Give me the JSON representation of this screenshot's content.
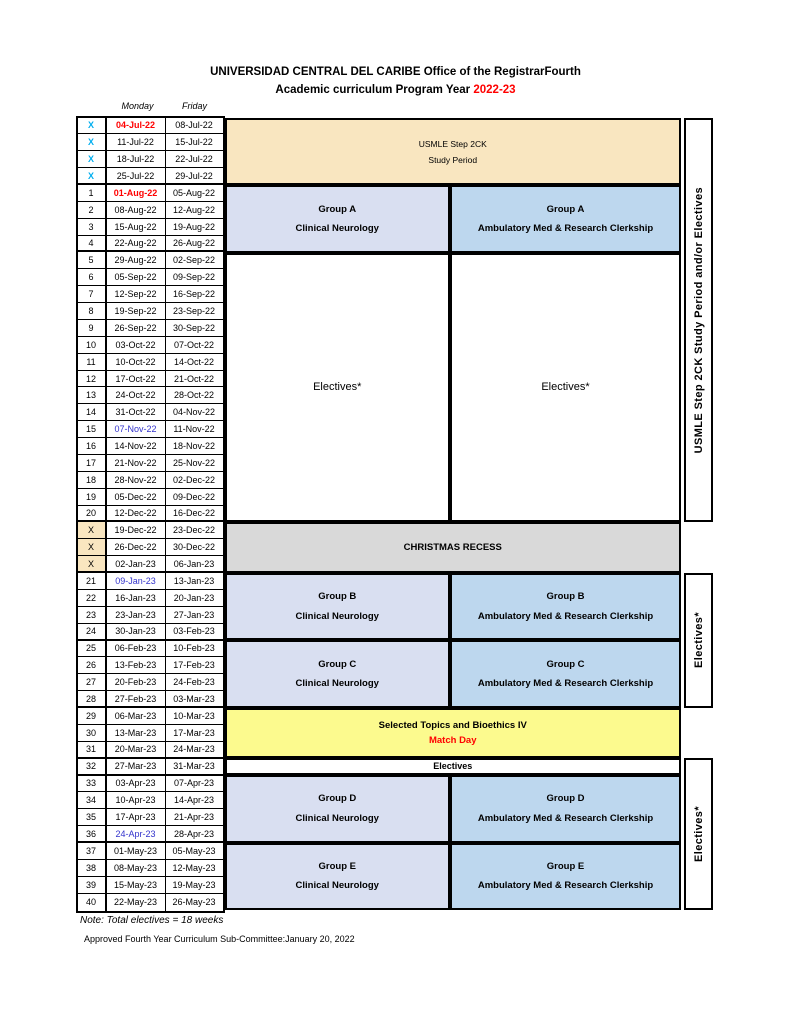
{
  "title": {
    "line1": "UNIVERSIDAD CENTRAL DEL CARIBE Office of the RegistrarFourth",
    "line2": "Academic curriculum  Program Year ",
    "year": "2022-23"
  },
  "col_headers": {
    "monday": "Monday",
    "friday": "Friday"
  },
  "weeks": [
    {
      "n": "X",
      "m": "04-Jul-22",
      "f": "08-Jul-22",
      "nc": "xblue",
      "mc": "dred",
      "end": false
    },
    {
      "n": "X",
      "m": "11-Jul-22",
      "f": "15-Jul-22",
      "nc": "xblue",
      "mc": "",
      "end": false
    },
    {
      "n": "X",
      "m": "18-Jul-22",
      "f": "22-Jul-22",
      "nc": "xblue",
      "mc": "",
      "end": false
    },
    {
      "n": "X",
      "m": "25-Jul-22",
      "f": "29-Jul-22",
      "nc": "xblue",
      "mc": "",
      "end": true
    },
    {
      "n": "1",
      "m": "01-Aug-22",
      "f": "05-Aug-22",
      "nc": "",
      "mc": "dred",
      "end": false
    },
    {
      "n": "2",
      "m": "08-Aug-22",
      "f": "12-Aug-22",
      "nc": "",
      "mc": "",
      "end": false
    },
    {
      "n": "3",
      "m": "15-Aug-22",
      "f": "19-Aug-22",
      "nc": "",
      "mc": "",
      "end": false
    },
    {
      "n": "4",
      "m": "22-Aug-22",
      "f": "26-Aug-22",
      "nc": "",
      "mc": "",
      "end": true
    },
    {
      "n": "5",
      "m": "29-Aug-22",
      "f": "02-Sep-22",
      "nc": "",
      "mc": "",
      "end": false
    },
    {
      "n": "6",
      "m": "05-Sep-22",
      "f": "09-Sep-22",
      "nc": "",
      "mc": "",
      "end": false
    },
    {
      "n": "7",
      "m": "12-Sep-22",
      "f": "16-Sep-22",
      "nc": "",
      "mc": "",
      "end": false
    },
    {
      "n": "8",
      "m": "19-Sep-22",
      "f": "23-Sep-22",
      "nc": "",
      "mc": "",
      "end": false
    },
    {
      "n": "9",
      "m": "26-Sep-22",
      "f": "30-Sep-22",
      "nc": "",
      "mc": "",
      "end": false
    },
    {
      "n": "10",
      "m": "03-Oct-22",
      "f": "07-Oct-22",
      "nc": "",
      "mc": "",
      "end": false
    },
    {
      "n": "11",
      "m": "10-Oct-22",
      "f": "14-Oct-22",
      "nc": "",
      "mc": "",
      "end": false
    },
    {
      "n": "12",
      "m": "17-Oct-22",
      "f": "21-Oct-22",
      "nc": "",
      "mc": "",
      "end": false
    },
    {
      "n": "13",
      "m": "24-Oct-22",
      "f": "28-Oct-22",
      "nc": "",
      "mc": "",
      "end": false
    },
    {
      "n": "14",
      "m": "31-Oct-22",
      "f": "04-Nov-22",
      "nc": "",
      "mc": "",
      "end": false
    },
    {
      "n": "15",
      "m": "07-Nov-22",
      "f": "11-Nov-22",
      "nc": "",
      "mc": "dblue",
      "end": false
    },
    {
      "n": "16",
      "m": "14-Nov-22",
      "f": "18-Nov-22",
      "nc": "",
      "mc": "",
      "end": false
    },
    {
      "n": "17",
      "m": "21-Nov-22",
      "f": "25-Nov-22",
      "nc": "",
      "mc": "",
      "end": false
    },
    {
      "n": "18",
      "m": "28-Nov-22",
      "f": "02-Dec-22",
      "nc": "",
      "mc": "",
      "end": false
    },
    {
      "n": "19",
      "m": "05-Dec-22",
      "f": "09-Dec-22",
      "nc": "",
      "mc": "",
      "end": false
    },
    {
      "n": "20",
      "m": "12-Dec-22",
      "f": "16-Dec-22",
      "nc": "",
      "mc": "",
      "end": true
    },
    {
      "n": "X",
      "m": "19-Dec-22",
      "f": "23-Dec-22",
      "nc": "xtan",
      "mc": "",
      "end": false
    },
    {
      "n": "X",
      "m": "26-Dec-22",
      "f": "30-Dec-22",
      "nc": "xtan",
      "mc": "",
      "end": false
    },
    {
      "n": "X",
      "m": "02-Jan-23",
      "f": "06-Jan-23",
      "nc": "xtan",
      "mc": "",
      "end": true
    },
    {
      "n": "21",
      "m": "09-Jan-23",
      "f": "13-Jan-23",
      "nc": "",
      "mc": "dblue",
      "end": false
    },
    {
      "n": "22",
      "m": "16-Jan-23",
      "f": "20-Jan-23",
      "nc": "",
      "mc": "",
      "end": false
    },
    {
      "n": "23",
      "m": "23-Jan-23",
      "f": "27-Jan-23",
      "nc": "",
      "mc": "",
      "end": false
    },
    {
      "n": "24",
      "m": "30-Jan-23",
      "f": "03-Feb-23",
      "nc": "",
      "mc": "",
      "end": true
    },
    {
      "n": "25",
      "m": "06-Feb-23",
      "f": "10-Feb-23",
      "nc": "",
      "mc": "",
      "end": false
    },
    {
      "n": "26",
      "m": "13-Feb-23",
      "f": "17-Feb-23",
      "nc": "",
      "mc": "",
      "end": false
    },
    {
      "n": "27",
      "m": "20-Feb-23",
      "f": "24-Feb-23",
      "nc": "",
      "mc": "",
      "end": false
    },
    {
      "n": "28",
      "m": "27-Feb-23",
      "f": "03-Mar-23",
      "nc": "",
      "mc": "",
      "end": true
    },
    {
      "n": "29",
      "m": "06-Mar-23",
      "f": "10-Mar-23",
      "nc": "",
      "mc": "",
      "end": false
    },
    {
      "n": "30",
      "m": "13-Mar-23",
      "f": "17-Mar-23",
      "nc": "",
      "mc": "",
      "end": false
    },
    {
      "n": "31",
      "m": "20-Mar-23",
      "f": "24-Mar-23",
      "nc": "",
      "mc": "",
      "end": true
    },
    {
      "n": "32",
      "m": "27-Mar-23",
      "f": "31-Mar-23",
      "nc": "",
      "mc": "",
      "end": true
    },
    {
      "n": "33",
      "m": "03-Apr-23",
      "f": "07-Apr-23",
      "nc": "",
      "mc": "",
      "end": false
    },
    {
      "n": "34",
      "m": "10-Apr-23",
      "f": "14-Apr-23",
      "nc": "",
      "mc": "",
      "end": false
    },
    {
      "n": "35",
      "m": "17-Apr-23",
      "f": "21-Apr-23",
      "nc": "",
      "mc": "",
      "end": false
    },
    {
      "n": "36",
      "m": "24-Apr-23",
      "f": "28-Apr-23",
      "nc": "",
      "mc": "dblue",
      "end": true
    },
    {
      "n": "37",
      "m": "01-May-23",
      "f": "05-May-23",
      "nc": "",
      "mc": "",
      "end": false
    },
    {
      "n": "38",
      "m": "08-May-23",
      "f": "12-May-23",
      "nc": "",
      "mc": "",
      "end": false
    },
    {
      "n": "39",
      "m": "15-May-23",
      "f": "19-May-23",
      "nc": "",
      "mc": "",
      "end": false
    },
    {
      "n": "40",
      "m": "22-May-23",
      "f": "26-May-23",
      "nc": "",
      "mc": "",
      "end": false
    }
  ],
  "blocks": [
    {
      "name": "usmle-study-period-block",
      "row": 0,
      "span": 4,
      "col": "full",
      "bg": "cream",
      "bold": false,
      "fs": 8.5,
      "gap": 6,
      "lines": [
        {
          "t": "USMLE Step 2CK"
        },
        {
          "t": "Study Period"
        }
      ]
    },
    {
      "name": "group-a-neurology-block",
      "row": 4,
      "span": 4,
      "col": "left",
      "bg": "lavender",
      "bold": true,
      "fs": 9.5,
      "gap": 8,
      "lines": [
        {
          "t": "Group A"
        },
        {
          "t": "Clinical Neurology"
        }
      ]
    },
    {
      "name": "group-a-ambulatory-block",
      "row": 4,
      "span": 4,
      "col": "right",
      "bg": "blue",
      "bold": true,
      "fs": 9.5,
      "gap": 8,
      "lines": [
        {
          "t": "Group A"
        },
        {
          "t": "Ambulatory Med & Research Clerkship"
        }
      ]
    },
    {
      "name": "electives-left-block",
      "row": 8,
      "span": 16,
      "col": "left",
      "bg": "white",
      "bold": false,
      "fs": 11,
      "gap": 0,
      "lines": [
        {
          "t": "Electives*"
        }
      ]
    },
    {
      "name": "electives-right-block",
      "row": 8,
      "span": 16,
      "col": "right",
      "bg": "white",
      "bold": false,
      "fs": 11,
      "gap": 0,
      "lines": [
        {
          "t": "Electives*"
        }
      ]
    },
    {
      "name": "christmas-recess-block",
      "row": 24,
      "span": 3,
      "col": "full",
      "bg": "gray",
      "bold": true,
      "fs": 9.5,
      "gap": 0,
      "lines": [
        {
          "t": "CHRISTMAS RECESS"
        }
      ]
    },
    {
      "name": "group-b-neurology-block",
      "row": 27,
      "span": 4,
      "col": "left",
      "bg": "lavender",
      "bold": true,
      "fs": 9.5,
      "gap": 8,
      "lines": [
        {
          "t": "Group B"
        },
        {
          "t": "Clinical Neurology"
        }
      ]
    },
    {
      "name": "group-b-ambulatory-block",
      "row": 27,
      "span": 4,
      "col": "right",
      "bg": "blue",
      "bold": true,
      "fs": 9.5,
      "gap": 8,
      "lines": [
        {
          "t": "Group B"
        },
        {
          "t": "Ambulatory Med & Research Clerkship"
        }
      ]
    },
    {
      "name": "group-c-neurology-block",
      "row": 31,
      "span": 4,
      "col": "left",
      "bg": "lavender",
      "bold": true,
      "fs": 9.5,
      "gap": 8,
      "lines": [
        {
          "t": "Group C"
        },
        {
          "t": "Clinical Neurology"
        }
      ]
    },
    {
      "name": "group-c-ambulatory-block",
      "row": 31,
      "span": 4,
      "col": "right",
      "bg": "blue",
      "bold": true,
      "fs": 9.5,
      "gap": 8,
      "lines": [
        {
          "t": "Group C"
        },
        {
          "t": "Ambulatory Med & Research Clerkship"
        }
      ]
    },
    {
      "name": "selected-topics-block",
      "row": 35,
      "span": 3,
      "col": "full",
      "bg": "yellow",
      "bold": true,
      "fs": 9.5,
      "gap": 3,
      "lines": [
        {
          "t": "Selected Topics and Bioethics IV"
        },
        {
          "t": "Match Day",
          "c": "red"
        }
      ]
    },
    {
      "name": "electives-row-block",
      "row": 38,
      "span": 1,
      "col": "full",
      "bg": "white",
      "bold": true,
      "fs": 9,
      "gap": 0,
      "lines": [
        {
          "t": "Electives"
        }
      ]
    },
    {
      "name": "group-d-neurology-block",
      "row": 39,
      "span": 4,
      "col": "left",
      "bg": "lavender",
      "bold": true,
      "fs": 9.5,
      "gap": 8,
      "lines": [
        {
          "t": "Group D"
        },
        {
          "t": "Clinical Neurology"
        }
      ]
    },
    {
      "name": "group-d-ambulatory-block",
      "row": 39,
      "span": 4,
      "col": "right",
      "bg": "blue",
      "bold": true,
      "fs": 9.5,
      "gap": 8,
      "lines": [
        {
          "t": "Group D"
        },
        {
          "t": "Ambulatory Med & Research Clerkship"
        }
      ]
    },
    {
      "name": "group-e-neurology-block",
      "row": 43,
      "span": 4,
      "col": "left",
      "bg": "lavender",
      "bold": true,
      "fs": 9.5,
      "gap": 8,
      "lines": [
        {
          "t": "Group E"
        },
        {
          "t": "Clinical Neurology"
        }
      ]
    },
    {
      "name": "group-e-ambulatory-block",
      "row": 43,
      "span": 4,
      "col": "right",
      "bg": "blue",
      "bold": true,
      "fs": 9.5,
      "gap": 8,
      "lines": [
        {
          "t": "Group E"
        },
        {
          "t": "Ambulatory Med & Research Clerkship"
        }
      ]
    }
  ],
  "sidebars": [
    {
      "name": "sidebar-usmle-electives",
      "row": 0,
      "span": 24,
      "label": "USMLE Step 2CK Study Period and/or Electives"
    },
    {
      "name": "sidebar-electives-1",
      "row": 27,
      "span": 8,
      "label": "Electives*"
    },
    {
      "name": "sidebar-electives-2",
      "row": 38,
      "span": 9,
      "label": "Electives*"
    }
  ],
  "notes": {
    "note": "Note: Total electives = 18 weeks",
    "approved": "Approved Fourth Year Curriculum Sub-Committee:January 20, 2022"
  },
  "colors": {
    "cream": "#F9E6C0",
    "lavender": "#D9DFF1",
    "blue": "#BDD7EE",
    "gray": "#D9D9D9",
    "yellow": "#FCFA8E",
    "white": "#FFFFFF",
    "red": "#FF0000",
    "date_blue": "#3333CC",
    "x_cyan": "#00AEEF"
  }
}
